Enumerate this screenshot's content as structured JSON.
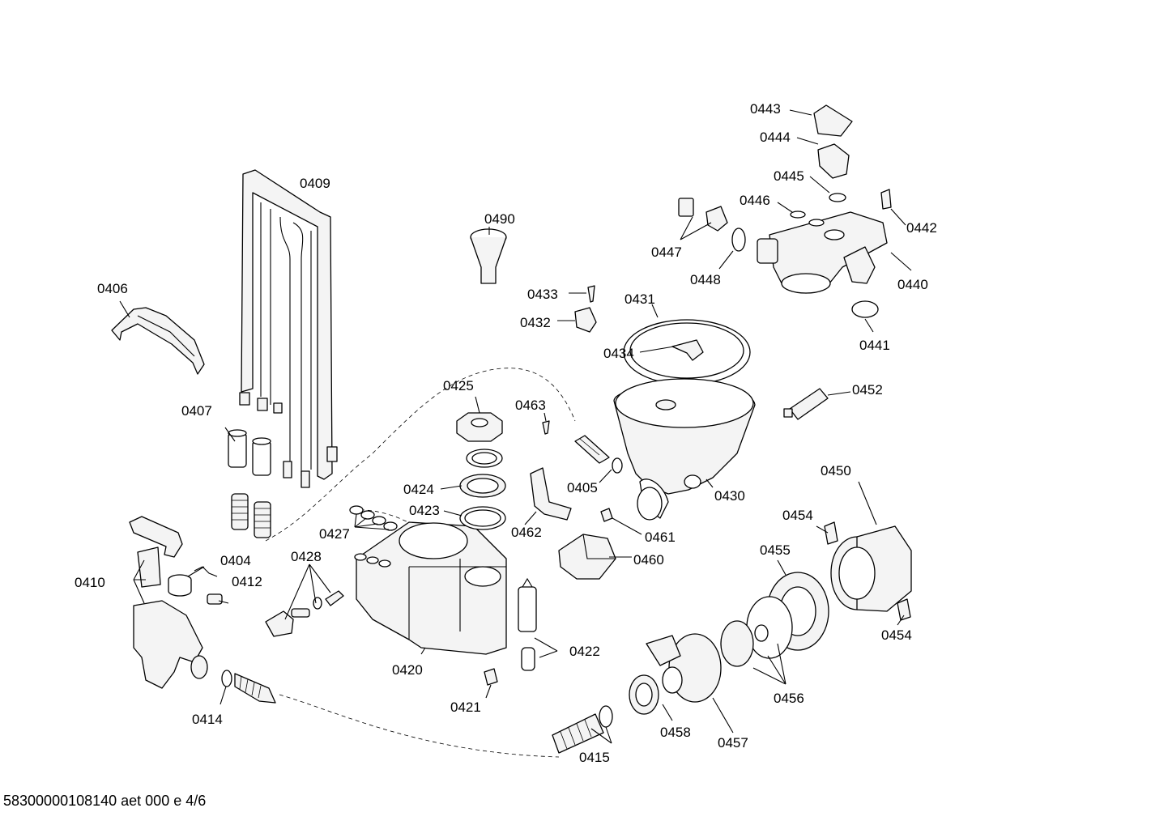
{
  "drawing": {
    "footer": "58300000108140 aet 000 e 4/6",
    "labels": {
      "p0406": "0406",
      "p0407": "0407",
      "p0409": "0409",
      "p0404": "0404",
      "p0410": "0410",
      "p0412": "0412",
      "p0414": "0414",
      "p0428": "0428",
      "p0427": "0427",
      "p0420": "0420",
      "p0421": "0421",
      "p0422": "0422",
      "p0425": "0425",
      "p0424": "0424",
      "p0423": "0423",
      "p0463": "0463",
      "p0405": "0405",
      "p0462": "0462",
      "p0461": "0461",
      "p0460": "0460",
      "p0490": "0490",
      "p0433": "0433",
      "p0432": "0432",
      "p0431": "0431",
      "p0434": "0434",
      "p0430": "0430",
      "p0443": "0443",
      "p0444": "0444",
      "p0445": "0445",
      "p0446": "0446",
      "p0447": "0447",
      "p0448": "0448",
      "p0442": "0442",
      "p0440": "0440",
      "p0441": "0441",
      "p0452": "0452",
      "p0450": "0450",
      "p0454a": "0454",
      "p0454b": "0454",
      "p0455": "0455",
      "p0456": "0456",
      "p0457": "0457",
      "p0458": "0458",
      "p0415": "0415"
    }
  }
}
